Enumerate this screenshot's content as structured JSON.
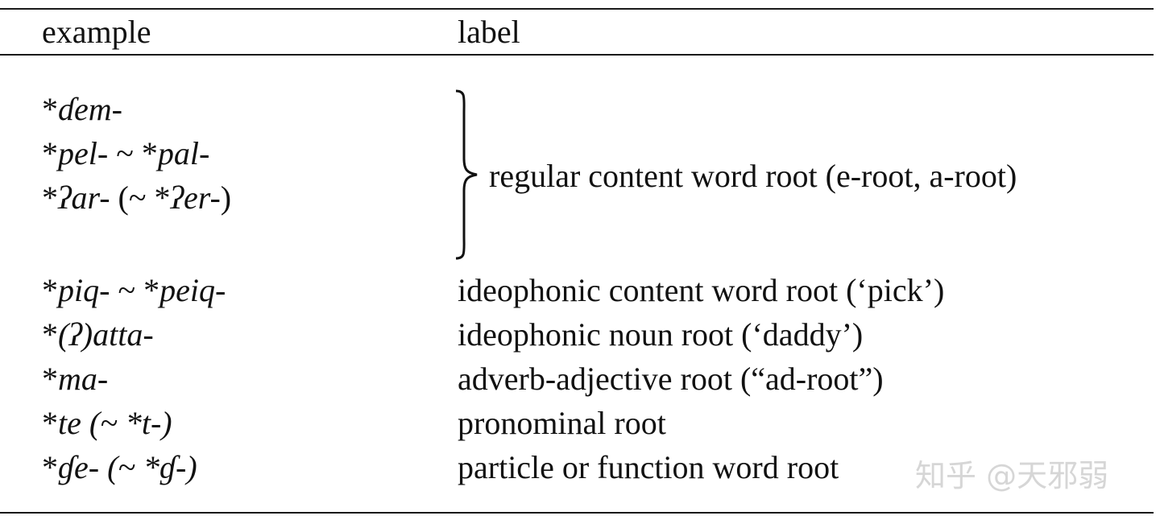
{
  "table": {
    "header": {
      "example": "example",
      "label": "label"
    },
    "group": {
      "examples": [
        {
          "star1": "*",
          "word1": "ɗem-",
          "rest": ""
        },
        {
          "star1": "*",
          "word1": "pel-",
          "mid": " ~ *",
          "word2": "pal-",
          "rest": ""
        },
        {
          "star1": "*",
          "word1": "ʔar-",
          "mid": " (~ *",
          "word2": "ʔer-",
          "rest": ")"
        }
      ],
      "label": "regular content word root (e-root, a-root)"
    },
    "rows": [
      {
        "star": "*",
        "example": "piq-",
        "mid": " ~ *",
        "example2": "peiq-",
        "label": "ideophonic content word root (‘pick’)"
      },
      {
        "star": "*",
        "example": "(ʔ)atta-",
        "mid": "",
        "example2": "",
        "label": "ideophonic noun root (‘daddy’)"
      },
      {
        "star": "*",
        "example": "ma-",
        "mid": "",
        "example2": "",
        "label": "adverb-adjective root (“ad-root”)"
      },
      {
        "star": "*",
        "example": "te (~ *t-)",
        "mid": "",
        "example2": "",
        "label": "pronominal root"
      },
      {
        "star": "*",
        "example": "ɠe- (~ *ɠ-)",
        "mid": "",
        "example2": "",
        "label": "particle or function word root"
      }
    ]
  },
  "watermark": "知乎 @天邪弱"
}
